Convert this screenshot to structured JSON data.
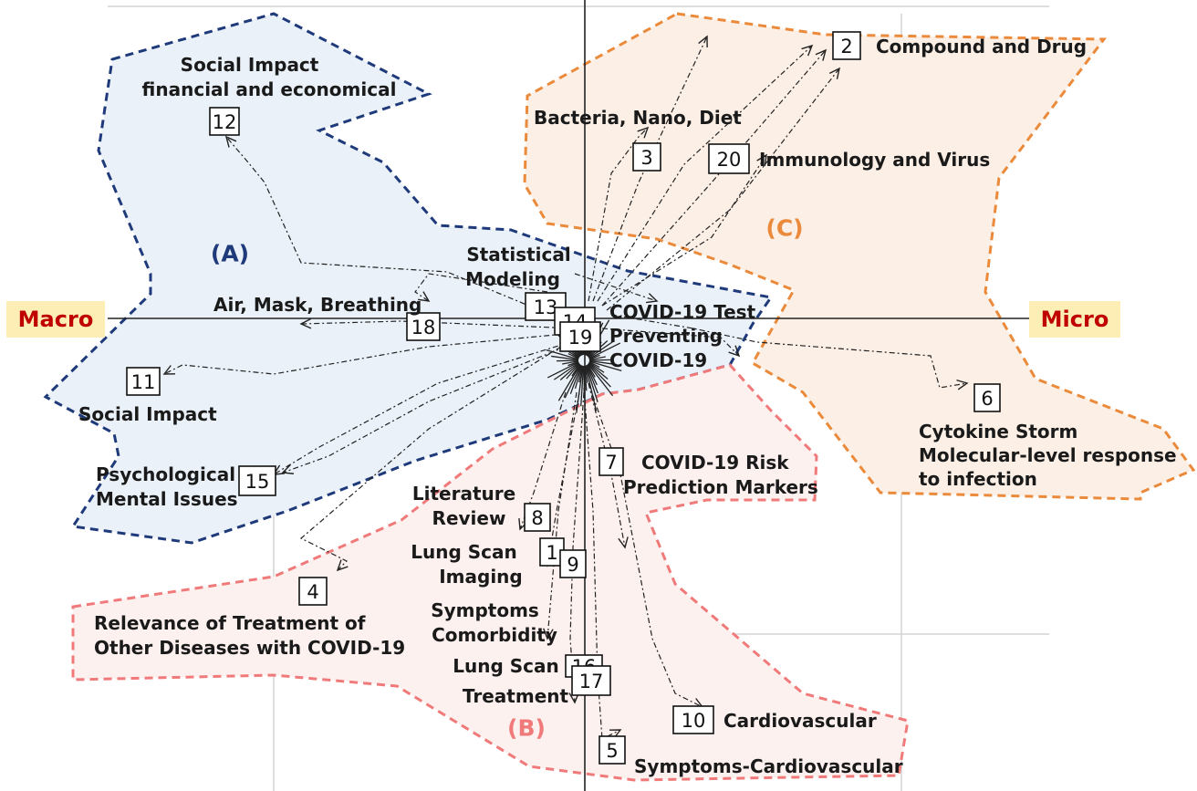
{
  "axes": {
    "left": "Macro",
    "right": "Micro"
  },
  "regions": {
    "A": {
      "label": "(A)",
      "color": "#1f3a7a",
      "fill": "#eaf1f8"
    },
    "B": {
      "label": "(B)",
      "color": "#f07a7a",
      "fill": "#fdf1ef"
    },
    "C": {
      "label": "(C)",
      "color": "#ea8a3a",
      "fill": "#fcefe6"
    }
  },
  "topics": [
    {
      "num": "12",
      "lines": [
        "Social Impact",
        "financial and economical"
      ]
    },
    {
      "num": "2",
      "lines": [
        "Compound and Drug"
      ]
    },
    {
      "num": "3",
      "lines": [
        "Bacteria, Nano, Diet"
      ]
    },
    {
      "num": "20",
      "lines": [
        "Immunology and Virus"
      ]
    },
    {
      "num": "13",
      "lines": [
        "Statistical",
        "Modeling"
      ]
    },
    {
      "num": "18",
      "lines": [
        "Air, Mask, Breathing"
      ]
    },
    {
      "num": "14",
      "lines": [
        "COVID-19 Test"
      ]
    },
    {
      "num": "19",
      "lines": [
        "Preventing",
        "COVID-19"
      ]
    },
    {
      "num": "11",
      "lines": [
        "Social Impact"
      ]
    },
    {
      "num": "6",
      "lines": [
        "Cytokine Storm",
        "Molecular-level response",
        "to infection"
      ]
    },
    {
      "num": "15",
      "lines": [
        "Psychological",
        "Mental Issues"
      ]
    },
    {
      "num": "7",
      "lines": [
        "COVID-19 Risk",
        "Prediction Markers"
      ]
    },
    {
      "num": "8",
      "lines": [
        "Literature",
        "Review"
      ]
    },
    {
      "num": "1",
      "lines": [
        "Lung Scan",
        "Imaging"
      ]
    },
    {
      "num": "9",
      "lines": []
    },
    {
      "num": "4",
      "lines": [
        "Relevance of Treatment of",
        "Other Diseases with COVID-19"
      ]
    },
    {
      "num": "16",
      "lines": [
        "Symptoms",
        "Comorbidity"
      ]
    },
    {
      "num": "17",
      "lines": [
        "Lung Scan",
        "Treatment"
      ]
    },
    {
      "num": "10",
      "lines": [
        "Cardiovascular"
      ]
    },
    {
      "num": "5",
      "lines": [
        "Symptoms-Cardiovascular"
      ]
    }
  ]
}
